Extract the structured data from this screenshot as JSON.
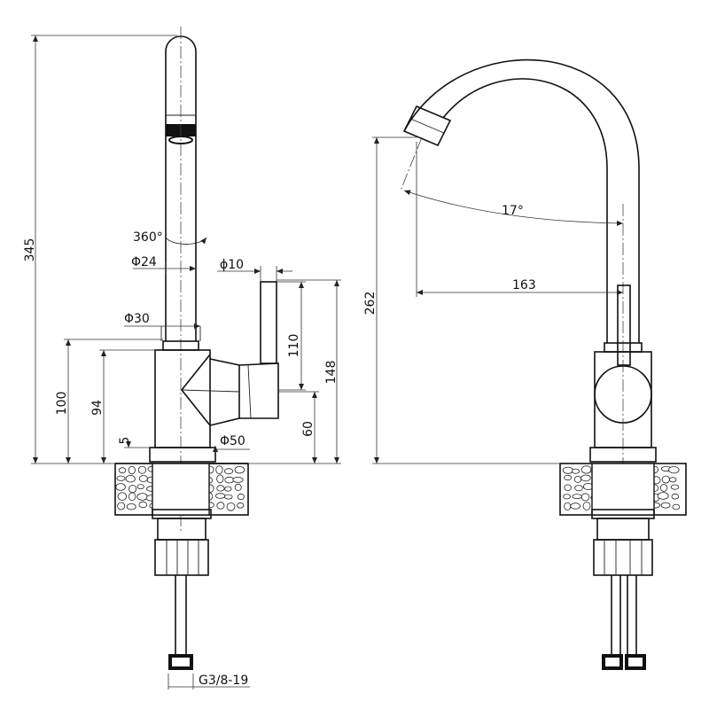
{
  "dimensions": {
    "height_total": "345",
    "swivel": "360°",
    "spout_diameter": "Φ24",
    "lever_diameter": "ϕ10",
    "neck_diameter": "Φ30",
    "lever_length": "110",
    "lever_height": "148",
    "body_height": "100",
    "body_height_inner": "94",
    "base_height": "5",
    "lever_axis_height": "60",
    "base_diameter": "Φ50",
    "thread": "G3/8-19",
    "spout_angle": "17°",
    "outlet_height": "262",
    "reach": "163"
  }
}
